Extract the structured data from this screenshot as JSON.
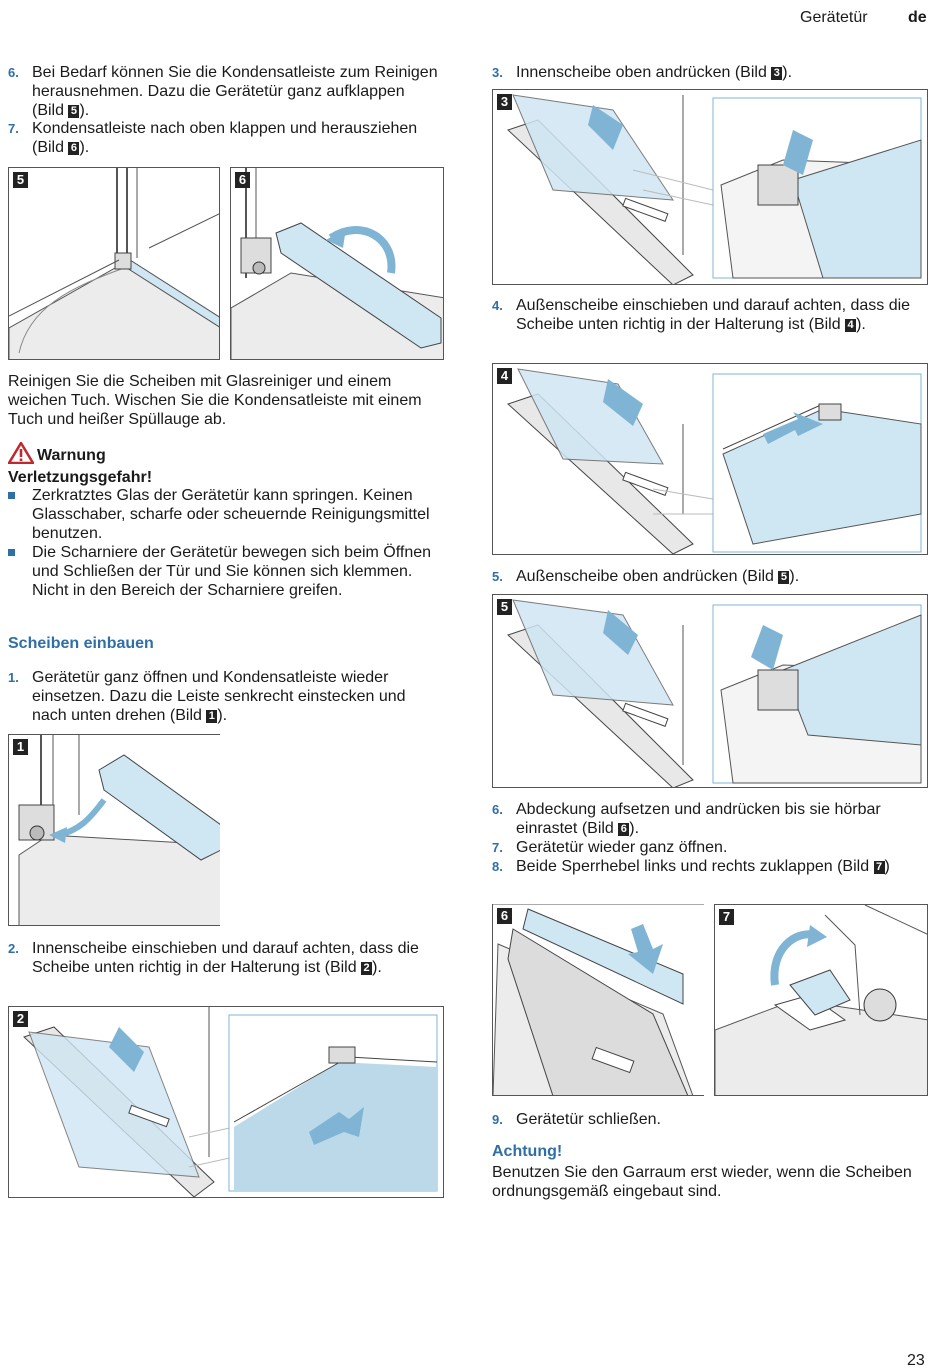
{
  "header": {
    "section": "Gerätetür",
    "lang": "de"
  },
  "page_number": "23",
  "left": {
    "steps_top": [
      {
        "num": "6.",
        "text_pre": "Bei Bedarf können Sie die Kondensatleiste zum Reinigen herausnehmen. Dazu die Gerätetür ganz aufklappen (Bild ",
        "ref": "5",
        "text_post": ")."
      },
      {
        "num": "7.",
        "text_pre": "Kondensatleiste nach oben klappen und herausziehen (Bild ",
        "ref": "6",
        "text_post": ")."
      }
    ],
    "fig5": "5",
    "fig6": "6",
    "clean_text": "Reinigen Sie die Scheiben mit Glasreiniger und einem weichen Tuch. Wischen Sie die Kondensatleiste mit einem Tuch und heißer Spüllauge ab.",
    "warning": {
      "title": "Warnung",
      "subtitle": "Verletzungsgefahr!",
      "bullets": [
        "Zerkratztes Glas der Gerätetür kann springen. Keinen Glasschaber, scharfe oder scheuernde Reinigungsmittel benutzen.",
        "Die Scharniere der Gerätetür bewegen sich beim Öffnen und Schließen der Tür und Sie können sich klemmen. Nicht in den Bereich der Scharniere greifen."
      ]
    },
    "install_heading": "Scheiben einbauen",
    "steps_install": [
      {
        "num": "1.",
        "text_pre": "Gerätetür ganz öffnen und Kondensatleiste wieder einsetzen. Dazu die Leiste senkrecht einstecken und nach unten drehen (Bild ",
        "ref": "1",
        "text_post": ")."
      },
      {
        "num": "2.",
        "text_pre": "Innenscheibe einschieben und darauf achten, dass die Scheibe unten richtig in der Halterung ist (Bild ",
        "ref": "2",
        "text_post": ")."
      }
    ],
    "fig1": "1",
    "fig2": "2"
  },
  "right": {
    "step3": {
      "num": "3.",
      "text_pre": "Innenscheibe oben andrücken (Bild ",
      "ref": "3",
      "text_post": ")."
    },
    "fig3": "3",
    "step4": {
      "num": "4.",
      "text_pre": "Außenscheibe einschieben und darauf achten, dass die Scheibe unten richtig in der Halterung ist (Bild ",
      "ref": "4",
      "text_post": ")."
    },
    "fig4": "4",
    "step5": {
      "num": "5.",
      "text_pre": "Außenscheibe oben andrücken (Bild ",
      "ref": "5",
      "text_post": ")."
    },
    "fig5": "5",
    "steps_final": [
      {
        "num": "6.",
        "text_pre": "Abdeckung aufsetzen und andrücken bis sie hörbar einrastet (Bild ",
        "ref": "6",
        "text_post": ")."
      },
      {
        "num": "7.",
        "text_pre": "Gerätetür wieder ganz öffnen.",
        "ref": "",
        "text_post": ""
      },
      {
        "num": "8.",
        "text_pre": "Beide Sperrhebel links und rechts zuklappen (Bild ",
        "ref": "7",
        "text_post": ")"
      }
    ],
    "fig6": "6",
    "fig7": "7",
    "step9": {
      "num": "9.",
      "text_pre": "Gerätetür schließen.",
      "ref": "",
      "text_post": ""
    },
    "caution": {
      "title": "Achtung!",
      "text": "Benutzen Sie den Garraum erst wieder, wenn die Scheiben ordnungsgemäß eingebaut sind."
    }
  },
  "colors": {
    "accent": "#2f6fa7",
    "glass": "#cfe6f3",
    "arrow": "#7fb4d4",
    "warning": "#c0282d"
  }
}
